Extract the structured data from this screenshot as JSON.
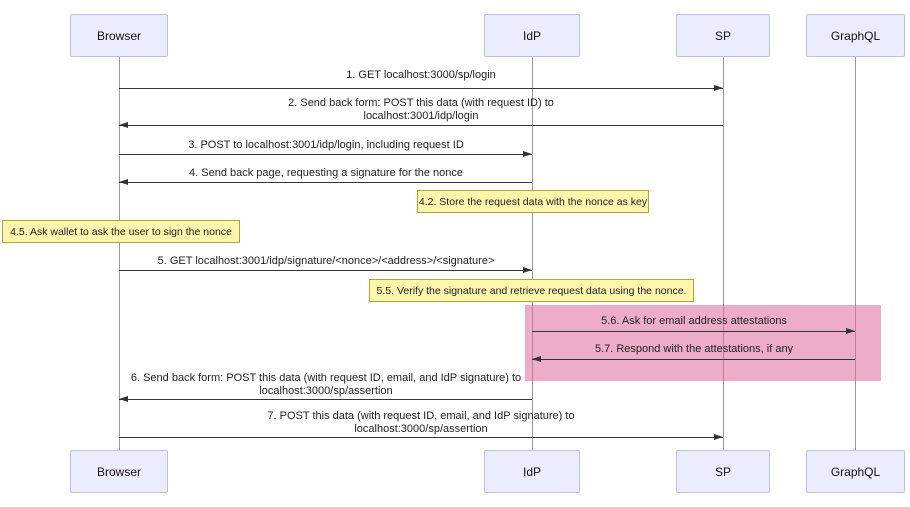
{
  "colors": {
    "actor_fill": "#ECECFF",
    "actor_border": "#BFBFE0",
    "note_fill": "#FFF5AD",
    "note_border": "#AAAA33",
    "line_color": "#333333",
    "lifeline_color": "#999999",
    "highlight_fill": "rgba(223,105,157,0.55)"
  },
  "actors": [
    {
      "name": "Browser"
    },
    {
      "name": "IdP"
    },
    {
      "name": "SP"
    },
    {
      "name": "GraphQL"
    }
  ],
  "messages": [
    {
      "from": "Browser",
      "to": "SP",
      "lines": [
        "1. GET localhost:3000/sp/login"
      ]
    },
    {
      "from": "SP",
      "to": "Browser",
      "lines": [
        "2. Send back form: POST this data (with request ID) to",
        "localhost:3001/idp/login"
      ]
    },
    {
      "from": "Browser",
      "to": "IdP",
      "lines": [
        "3. POST to localhost:3001/idp/login, including request ID"
      ]
    },
    {
      "from": "IdP",
      "to": "Browser",
      "lines": [
        "4. Send back page, requesting a signature for the nonce"
      ]
    },
    {
      "from": "Browser",
      "to": "IdP",
      "lines": [
        "5. GET localhost:3001/idp/signature/<nonce>/<address>/<signature>"
      ]
    },
    {
      "from": "IdP",
      "to": "GraphQL",
      "lines": [
        "5.6. Ask for email address attestations"
      ]
    },
    {
      "from": "GraphQL",
      "to": "IdP",
      "lines": [
        "5.7. Respond with the attestations, if any"
      ]
    },
    {
      "from": "IdP",
      "to": "Browser",
      "lines": [
        "6. Send back form: POST this data (with request ID, email, and IdP signature) to",
        "localhost:3000/sp/assertion"
      ]
    },
    {
      "from": "Browser",
      "to": "SP",
      "lines": [
        "7. POST this data (with request ID, email, and IdP signature) to",
        "localhost:3000/sp/assertion"
      ]
    }
  ],
  "notes": [
    {
      "over": "IdP",
      "text": "4.2. Store the request data with the nonce as key"
    },
    {
      "over": "Browser",
      "text": "4.5. Ask wallet to ask the user to sign the nonce"
    },
    {
      "over": "IdP",
      "text": "5.5. Verify the signature and retrieve request data using the nonce."
    }
  ]
}
